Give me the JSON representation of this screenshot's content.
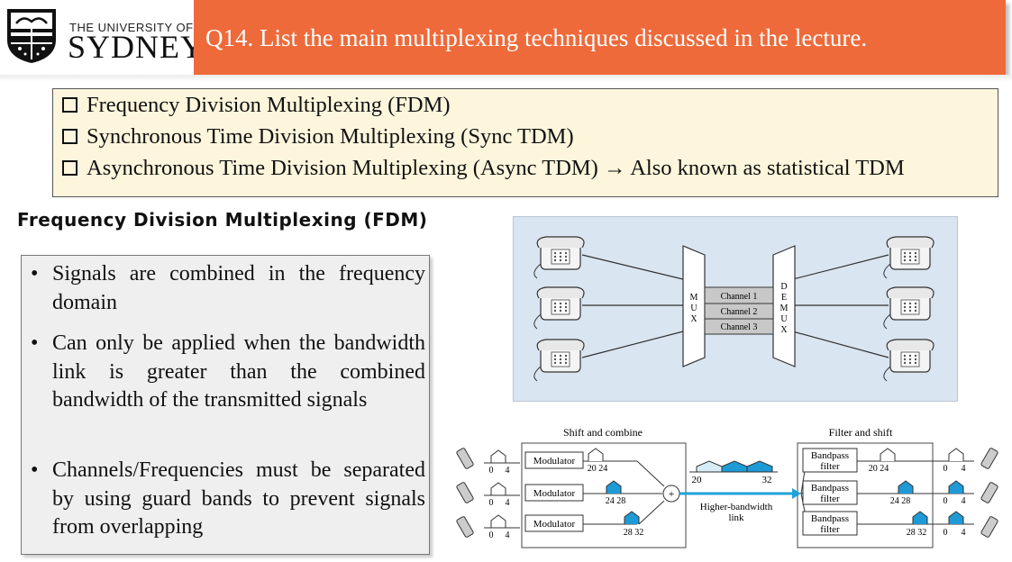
{
  "header": {
    "university_small": "THE UNIVERSITY OF",
    "university_big": "SYDNEY",
    "title": "Q14. List the main multiplexing techniques discussed in the lecture."
  },
  "answers": [
    "Frequency Division Multiplexing (FDM)",
    "Synchronous Time Division Multiplexing (Sync TDM)",
    "Asynchronous Time Division Multiplexing (Async TDM) → Also known as statistical TDM"
  ],
  "section": {
    "heading": "Frequency Division Multiplexing (FDM)"
  },
  "bullets": [
    {
      "marker": "•",
      "text": "Signals are combined in the frequency domain"
    },
    {
      "marker": "•",
      "text": "Can only be applied when the bandwidth link is greater than the combined bandwidth of the transmitted signals"
    },
    {
      "marker": "•",
      "text": "Channels/Frequencies must be separated by using guard bands to prevent signals from overlapping"
    }
  ],
  "diagram_top": {
    "mux_label": "MUX",
    "demux_label": "DEMUX",
    "channels": [
      "Channel 1",
      "Channel 2",
      "Channel 3"
    ]
  },
  "diagram_bottom": {
    "left_title": "Shift and combine",
    "right_title": "Filter and shift",
    "modulator_label": "Modulator",
    "filter_label_1": "Bandpass",
    "filter_label_2": "filter",
    "input_range": [
      "0",
      "4"
    ],
    "bands": [
      "20 24",
      "24 28",
      "28 32"
    ],
    "link_start": "20",
    "link_end": "32",
    "link_label_1": "Higher-bandwidth",
    "link_label_2": "link",
    "adder": "+"
  },
  "colors": {
    "title_bar": "#ee6a3a",
    "answer_bg": "#fdf6dc",
    "bullets_bg": "#efefef",
    "diagram_bg": "#d9e5f1",
    "link_arrow": "#1fa3d8",
    "signal": "#1e9ad6"
  }
}
